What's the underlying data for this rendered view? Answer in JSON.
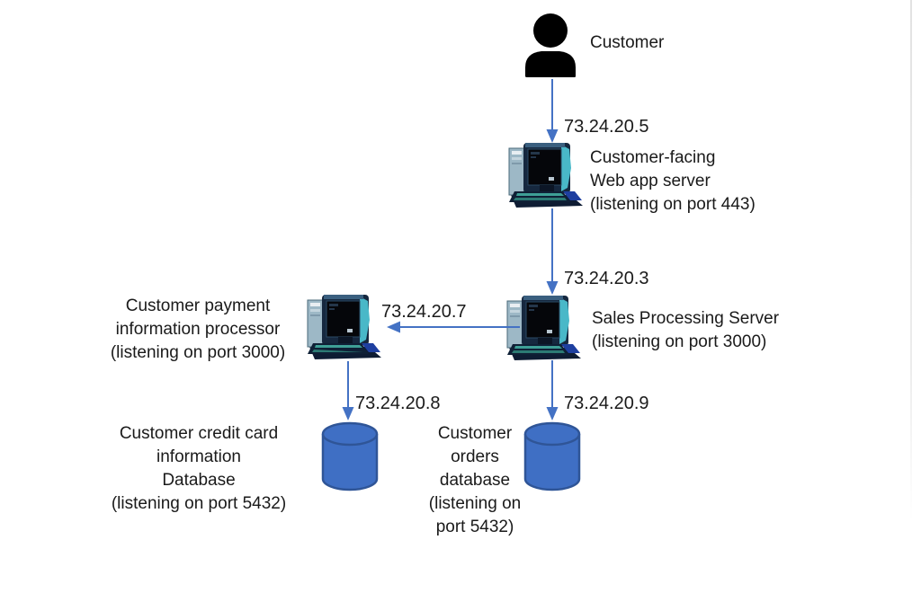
{
  "diagram": {
    "type": "network-architecture",
    "nodes": {
      "customer": {
        "label": "Customer",
        "icon": "person-icon"
      },
      "web_server": {
        "icon": "computer-icon",
        "lines": [
          "Customer-facing",
          "Web app server",
          "(listening on port 443)"
        ]
      },
      "sales_server": {
        "icon": "computer-icon",
        "lines": [
          "Sales Processing Server",
          "(listening on port 3000)"
        ]
      },
      "payment_processor": {
        "icon": "computer-icon",
        "lines": [
          "Customer payment",
          "information processor",
          "(listening on port 3000)"
        ]
      },
      "credit_card_db": {
        "icon": "database-icon",
        "lines": [
          "Customer credit card",
          "information",
          "Database",
          "(listening on port 5432)"
        ]
      },
      "orders_db": {
        "icon": "database-icon",
        "lines": [
          "Customer",
          "orders",
          "database",
          "(listening on",
          "port 5432)"
        ]
      }
    },
    "edges": {
      "customer_to_web": {
        "ip": "73.24.20.5",
        "direction": "down"
      },
      "web_to_sales": {
        "ip": "73.24.20.3",
        "direction": "down"
      },
      "sales_to_payment": {
        "ip": "73.24.20.7",
        "direction": "left"
      },
      "payment_to_credit_card_db": {
        "ip": "73.24.20.8",
        "direction": "down"
      },
      "sales_to_orders_db": {
        "ip": "73.24.20.9",
        "direction": "down"
      }
    },
    "colors": {
      "arrow": "#4472C4",
      "database_fill": "#3F6FC4",
      "database_stroke": "#2F5597",
      "person_icon": "#000000",
      "text": "#1a1a1a"
    }
  }
}
